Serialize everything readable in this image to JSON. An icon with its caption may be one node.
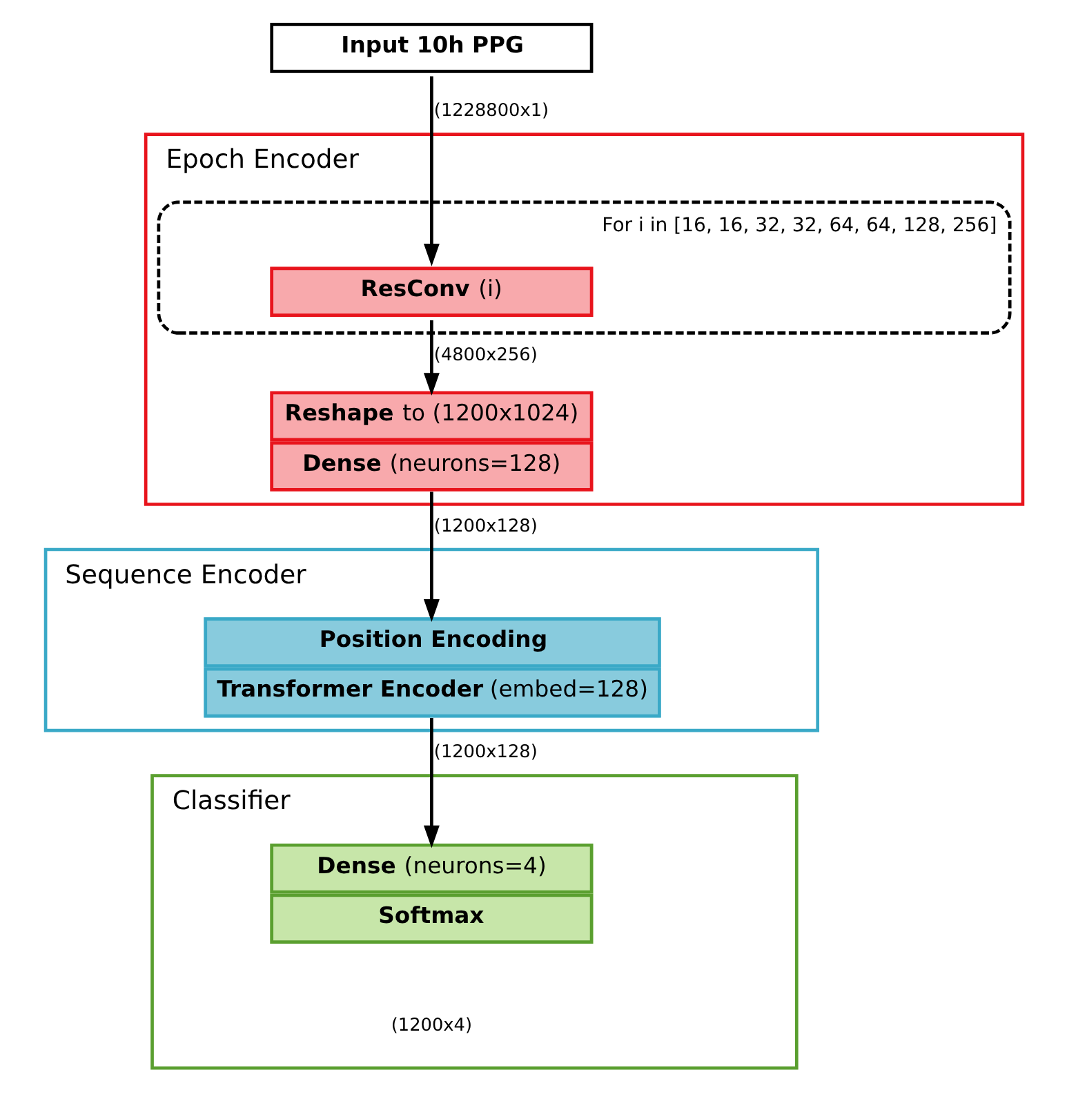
{
  "diagram": {
    "nodes": [
      {
        "text": [
          "Input 10h PPG"
        ]
      },
      {
        "text": [
          "Epoch Encoder"
        ]
      },
      {
        "text": [],
        "shape": "box",
        "in": 1,
        "beside": [
          "For i in [16, 16, 32, 32, 64, 64, 128, 256]"
        ]
      },
      {
        "text": [
          "**ResConv** (i)"
        ],
        "in": 2
      },
      {
        "text": [
          "**Reshape** to (1200x1024)",
          "**Dense** (neurons=128)"
        ],
        "in": 1
      },
      {
        "text": [
          "Sequence Encoder"
        ]
      },
      {
        "text": [
          "Position Encoding",
          "**Transformer Encoder** (embed=128)"
        ],
        "in": 5
      },
      {
        "text": [
          "Classifier"
        ]
      },
      {
        "text": [
          "**Dense** (neurons=4)",
          "Softmax"
        ],
        "in": 7
      }
    ],
    "edges": [
      {
        "from": 0,
        "to": 3,
        "arrow": "to",
        "label": "(1228800x1)"
      },
      {
        "from": 3,
        "to": 4,
        "arrow": "to",
        "label": "(4800x256)"
      },
      {
        "from": 4,
        "to": 6,
        "arrow": "to",
        "label": "(1200x128)"
      },
      {
        "from": 6,
        "to": 8,
        "arrow": "to",
        "label": "(1200x128)"
      }
    ],
    "labels": [
      "(1200x4)"
    ]
  }
}
